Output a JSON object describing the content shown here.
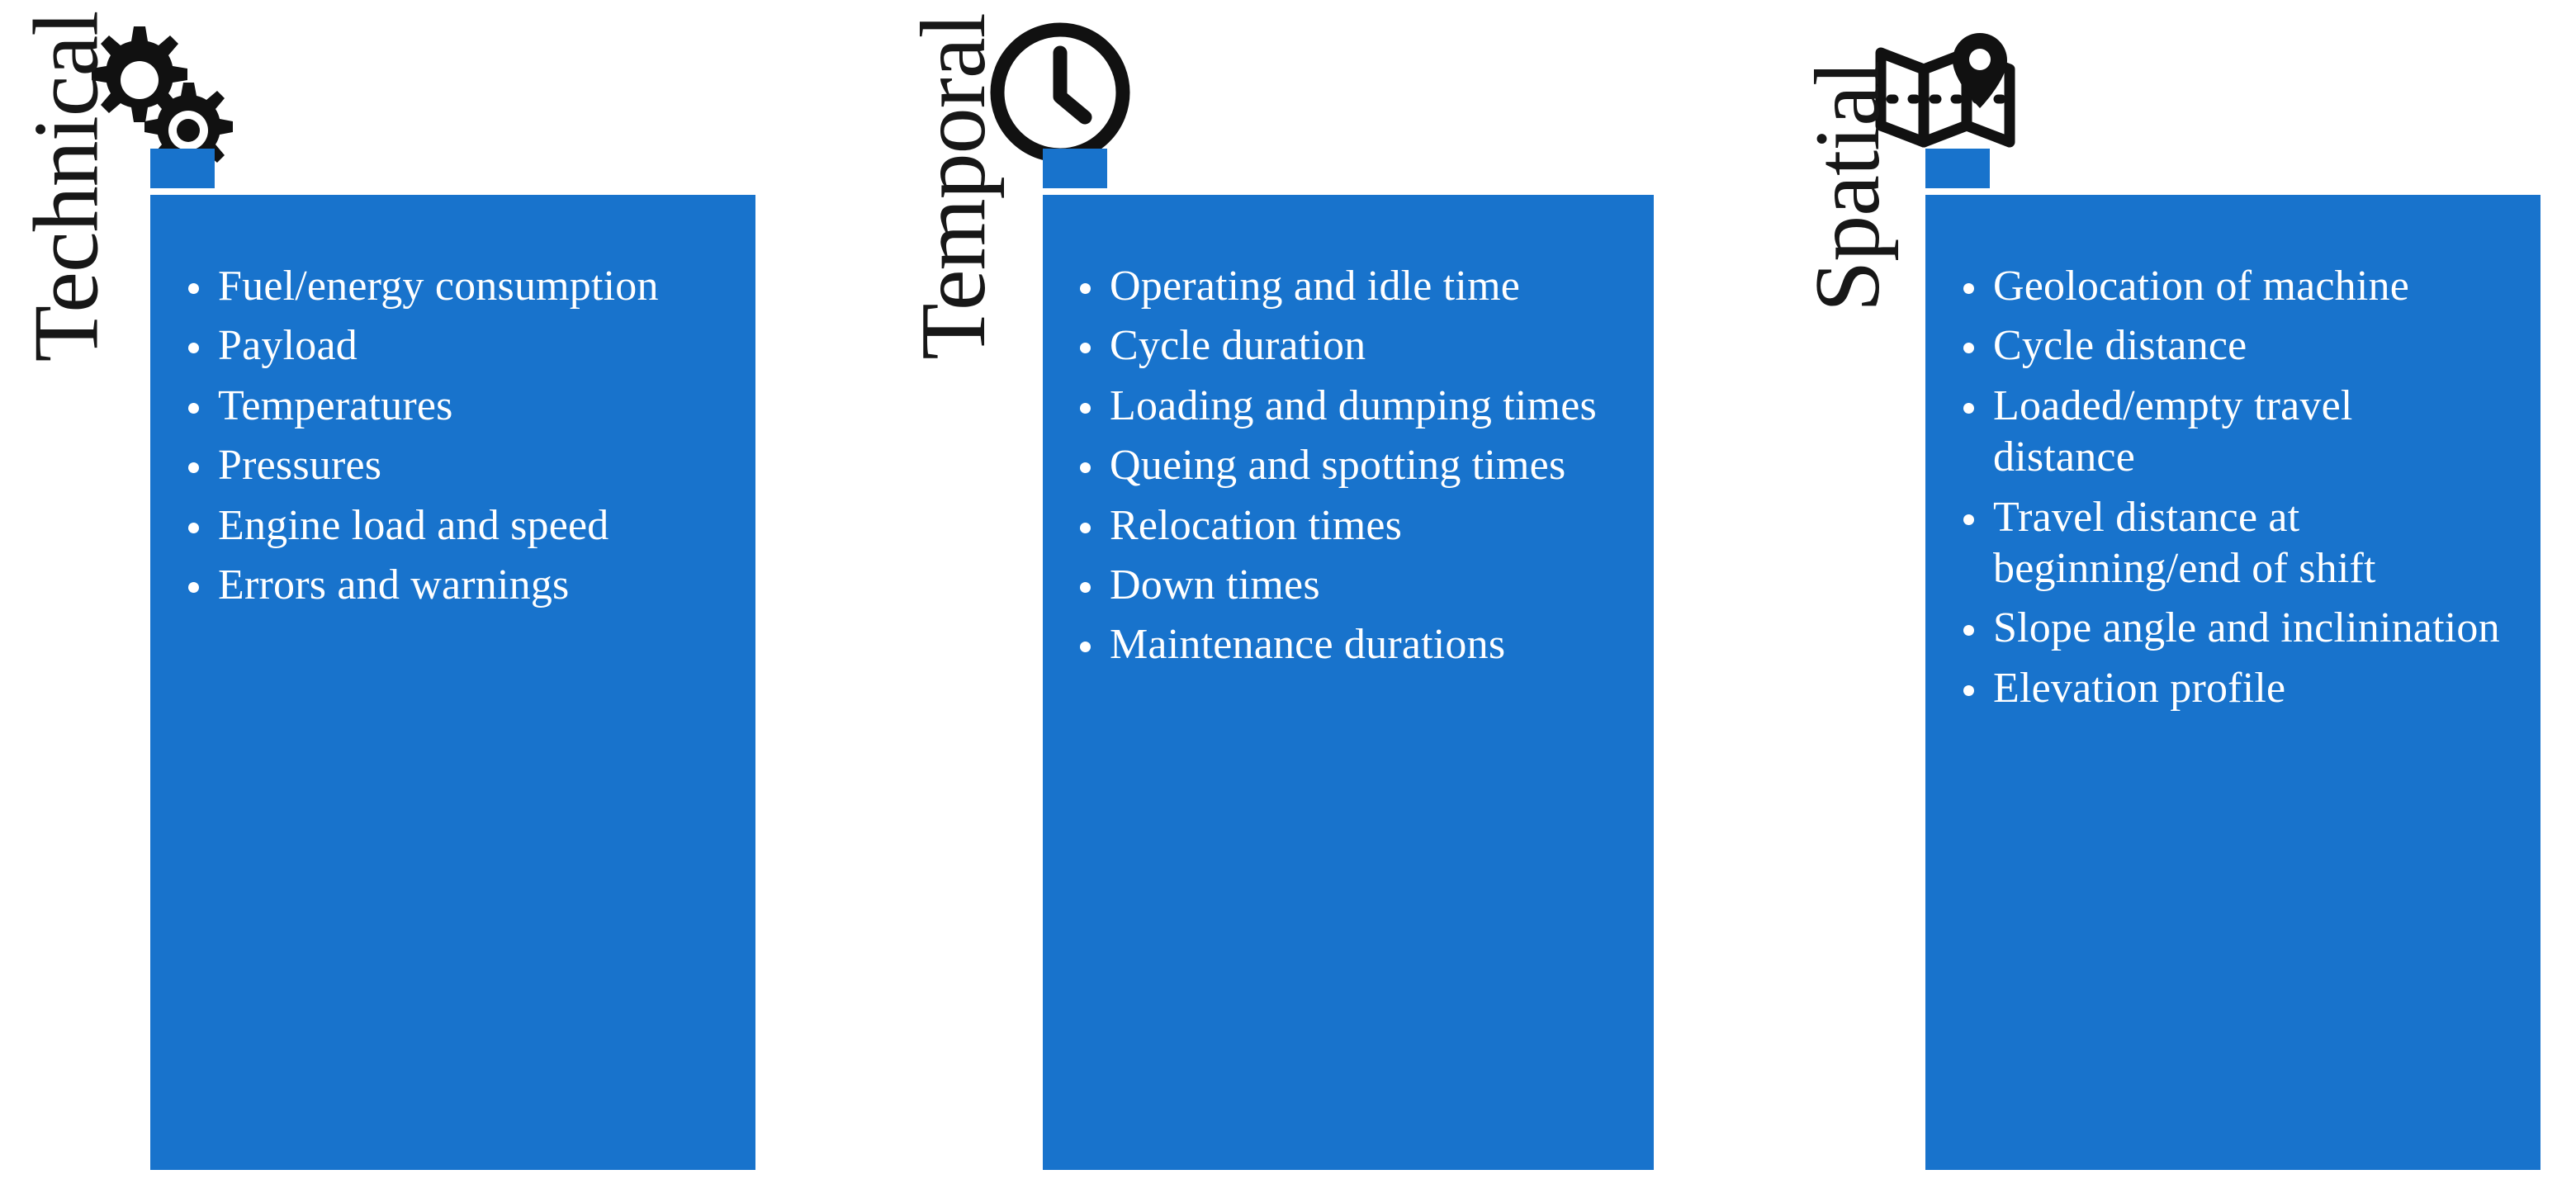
{
  "figure": {
    "type": "three-column-category-diagram",
    "accent_color": "#1873CC",
    "text_color": "#FFFFFF",
    "label_color": "#171717",
    "background_color": "#FFFFFF"
  },
  "columns": [
    {
      "label": "Technical",
      "icon": "gears-icon",
      "items": [
        "Fuel/energy consumption",
        "Payload",
        "Temperatures",
        "Pressures",
        "Engine load and speed",
        "Errors and warnings"
      ]
    },
    {
      "label": "Temporal",
      "icon": "clock-icon",
      "items": [
        "Operating and idle time",
        "Cycle duration",
        "Loading and dumping times",
        "Queing and spotting times",
        "Relocation times",
        "Down times",
        "Maintenance durations"
      ]
    },
    {
      "label": "Spatial",
      "icon": "map-pin-icon",
      "items": [
        "Geolocation of machine",
        "Cycle distance",
        "Loaded/empty travel distance",
        "Travel distance at beginning/end of shift",
        "Slope angle and inclinination",
        "Elevation profile"
      ]
    }
  ]
}
